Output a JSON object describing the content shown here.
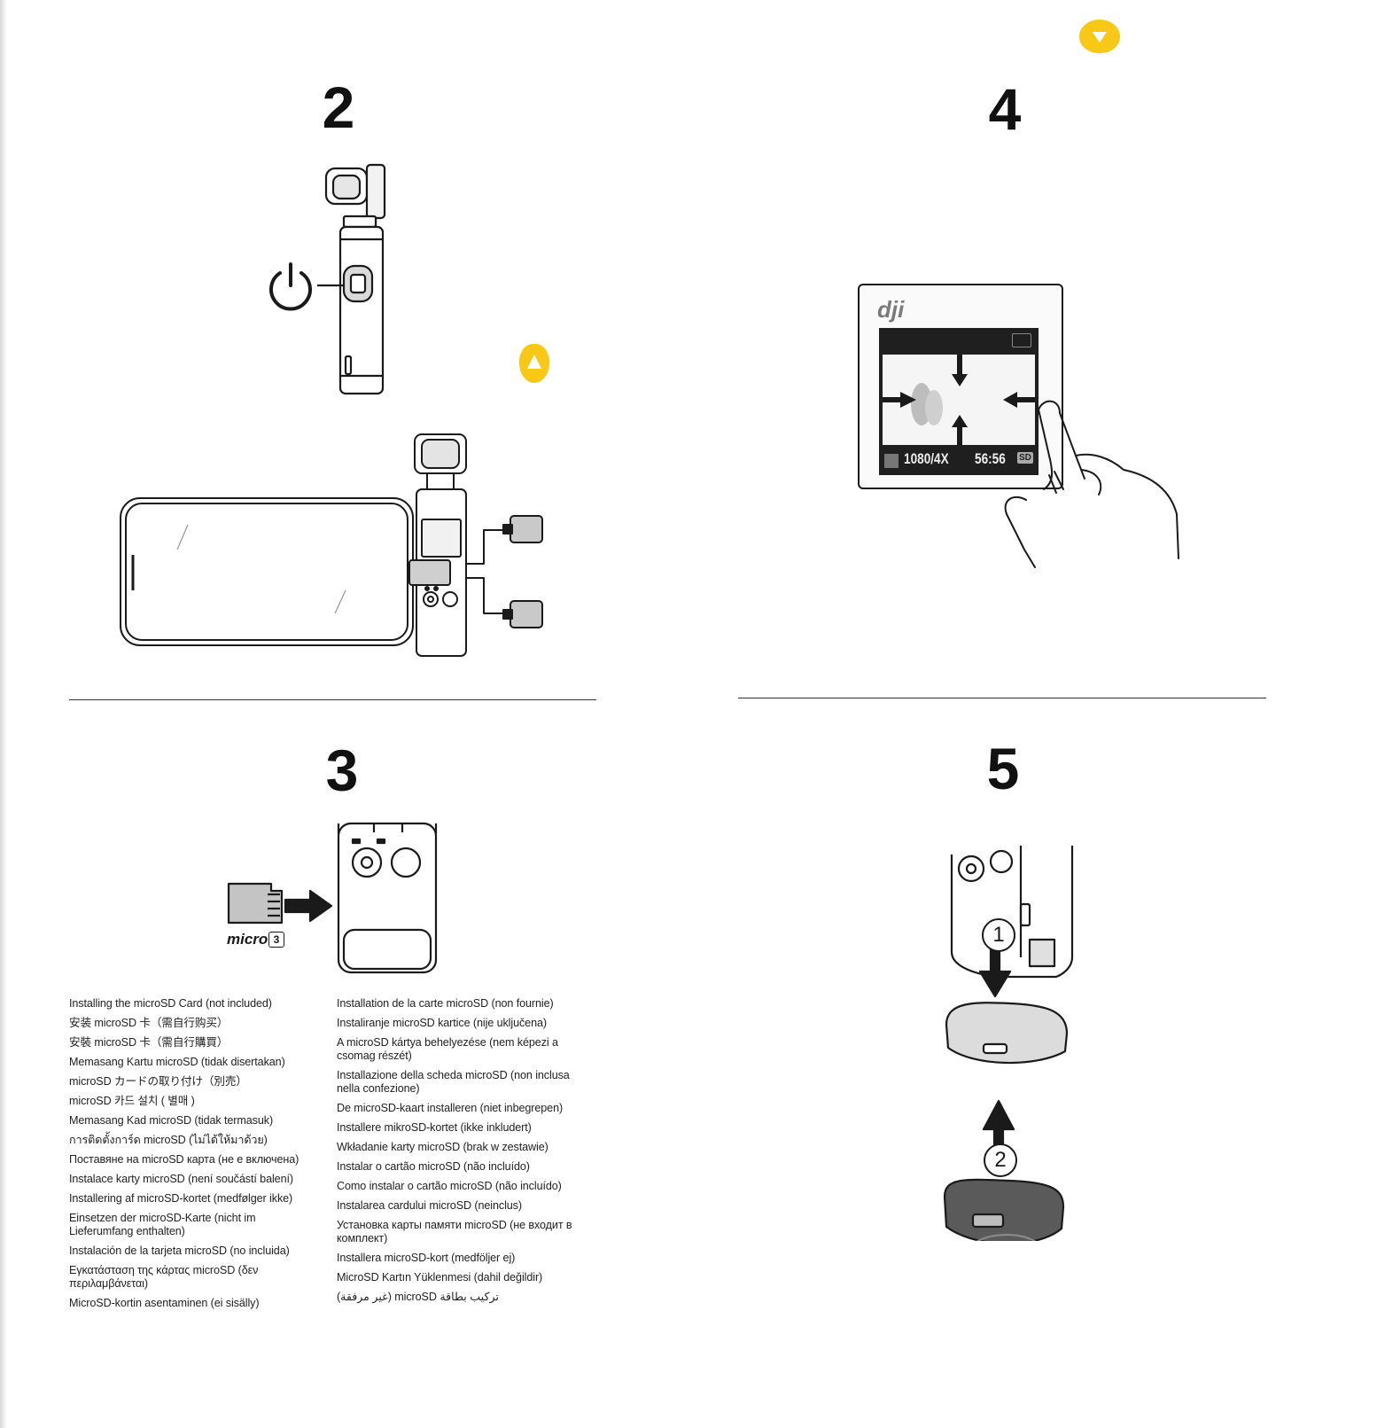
{
  "steps": {
    "s2": "2",
    "s3": "3",
    "s4": "4",
    "s5": "5"
  },
  "screen": {
    "logo": "dji",
    "resolution": "1080/4X",
    "time": "56:56",
    "sd": "SD"
  },
  "microsd_logo": {
    "text": "micro",
    "class_mark": "3"
  },
  "callouts": {
    "one": "1",
    "two": "2"
  },
  "colors": {
    "badge": "#f7c916",
    "ink": "#1a1a1a"
  },
  "instructions": {
    "left": [
      "Installing the microSD Card (not included)",
      "安装 microSD 卡（需自行购买）",
      "安裝 microSD 卡（需自行購買）",
      "Memasang Kartu microSD (tidak disertakan)",
      "microSD カードの取り付け（別売）",
      "microSD 카드 설치 ( 별매 )",
      "Memasang Kad microSD (tidak termasuk)",
      "การติดตั้งการ์ด microSD (ไม่ได้ให้มาด้วย)",
      "Поставяне на microSD карта (не е включена)",
      "Instalace karty microSD (není součástí balení)",
      "Installering af microSD-kortet (medfølger ikke)",
      "Einsetzen der microSD-Karte (nicht im Lieferumfang enthalten)",
      "Instalación de la tarjeta microSD (no incluida)",
      "Εγκατάσταση της κάρτας microSD (δεν περιλαμβάνεται)",
      "MicroSD-kortin asentaminen (ei sisälly)"
    ],
    "right": [
      "Installation de la carte microSD (non fournie)",
      "Instaliranje microSD kartice (nije uključena)",
      "A microSD kártya behelyezése (nem képezi a csomag részét)",
      "Installazione della scheda microSD (non inclusa nella confezione)",
      "De microSD-kaart installeren (niet inbegrepen)",
      "Installere mikroSD-kortet (ikke inkludert)",
      "Wkładanie karty microSD (brak w zestawie)",
      "Instalar o cartão microSD (não incluído)",
      "Como instalar o cartão microSD (não incluído)",
      "Instalarea cardului microSD (neinclus)",
      "Установка карты памяти microSD (не входит в комплект)",
      "Installera microSD-kort (medföljer ej)",
      "MicroSD Kartın Yüklenmesi (dahil değildir)",
      "تركيب بطاقة microSD (غير مرفقة)"
    ]
  }
}
